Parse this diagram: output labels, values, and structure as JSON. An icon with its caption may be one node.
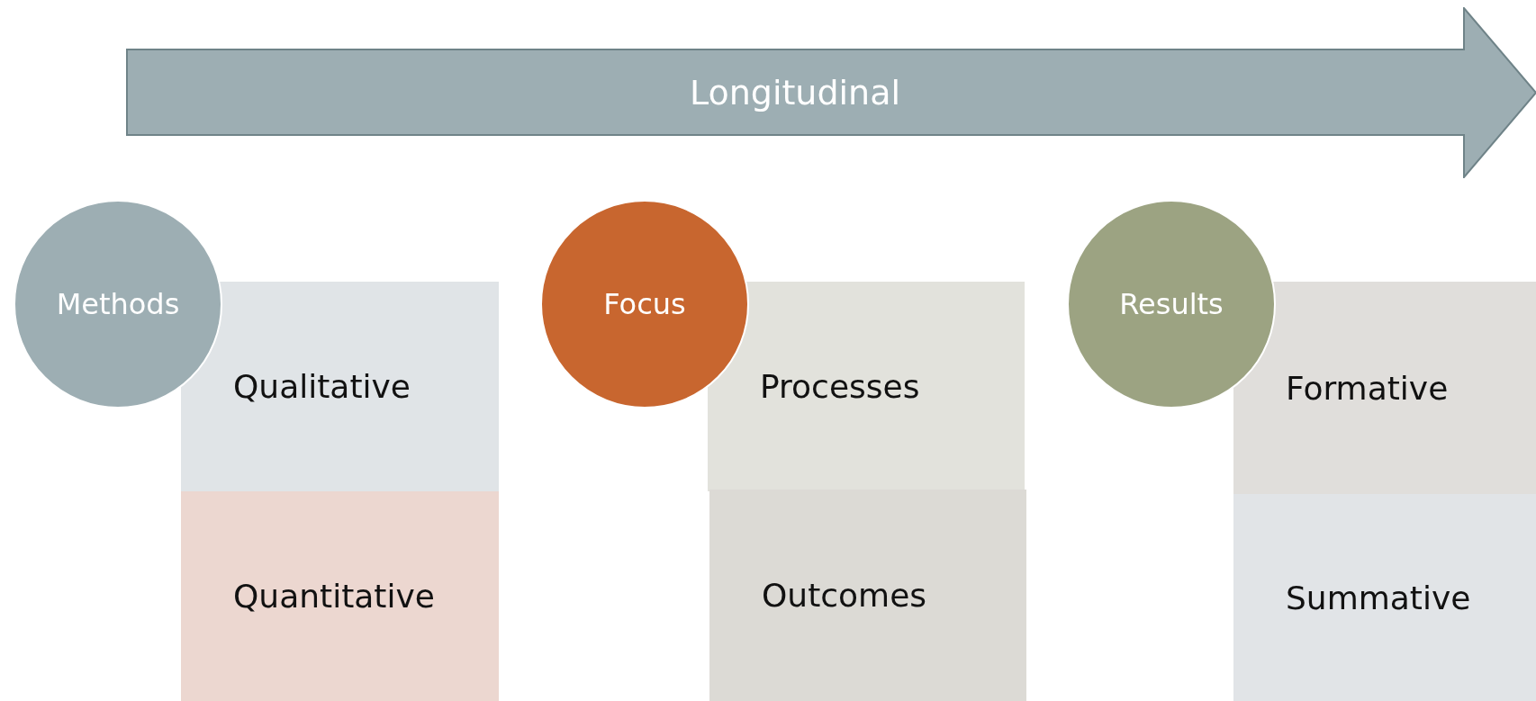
{
  "diagram": {
    "nodes": [
      {
        "text": [
          "Longitudinal"
        ]
      },
      {
        "text": [
          "Methods"
        ]
      },
      {
        "text": [
          "Qualitative"
        ]
      },
      {
        "text": [
          "Quantitative"
        ]
      },
      {
        "text": [
          "Focus"
        ]
      },
      {
        "text": [
          "Processes"
        ]
      },
      {
        "text": [
          "Outcomes"
        ]
      },
      {
        "text": [
          "Results"
        ]
      },
      {
        "text": [
          "Formative"
        ]
      },
      {
        "text": [
          "Summative"
        ]
      }
    ]
  }
}
